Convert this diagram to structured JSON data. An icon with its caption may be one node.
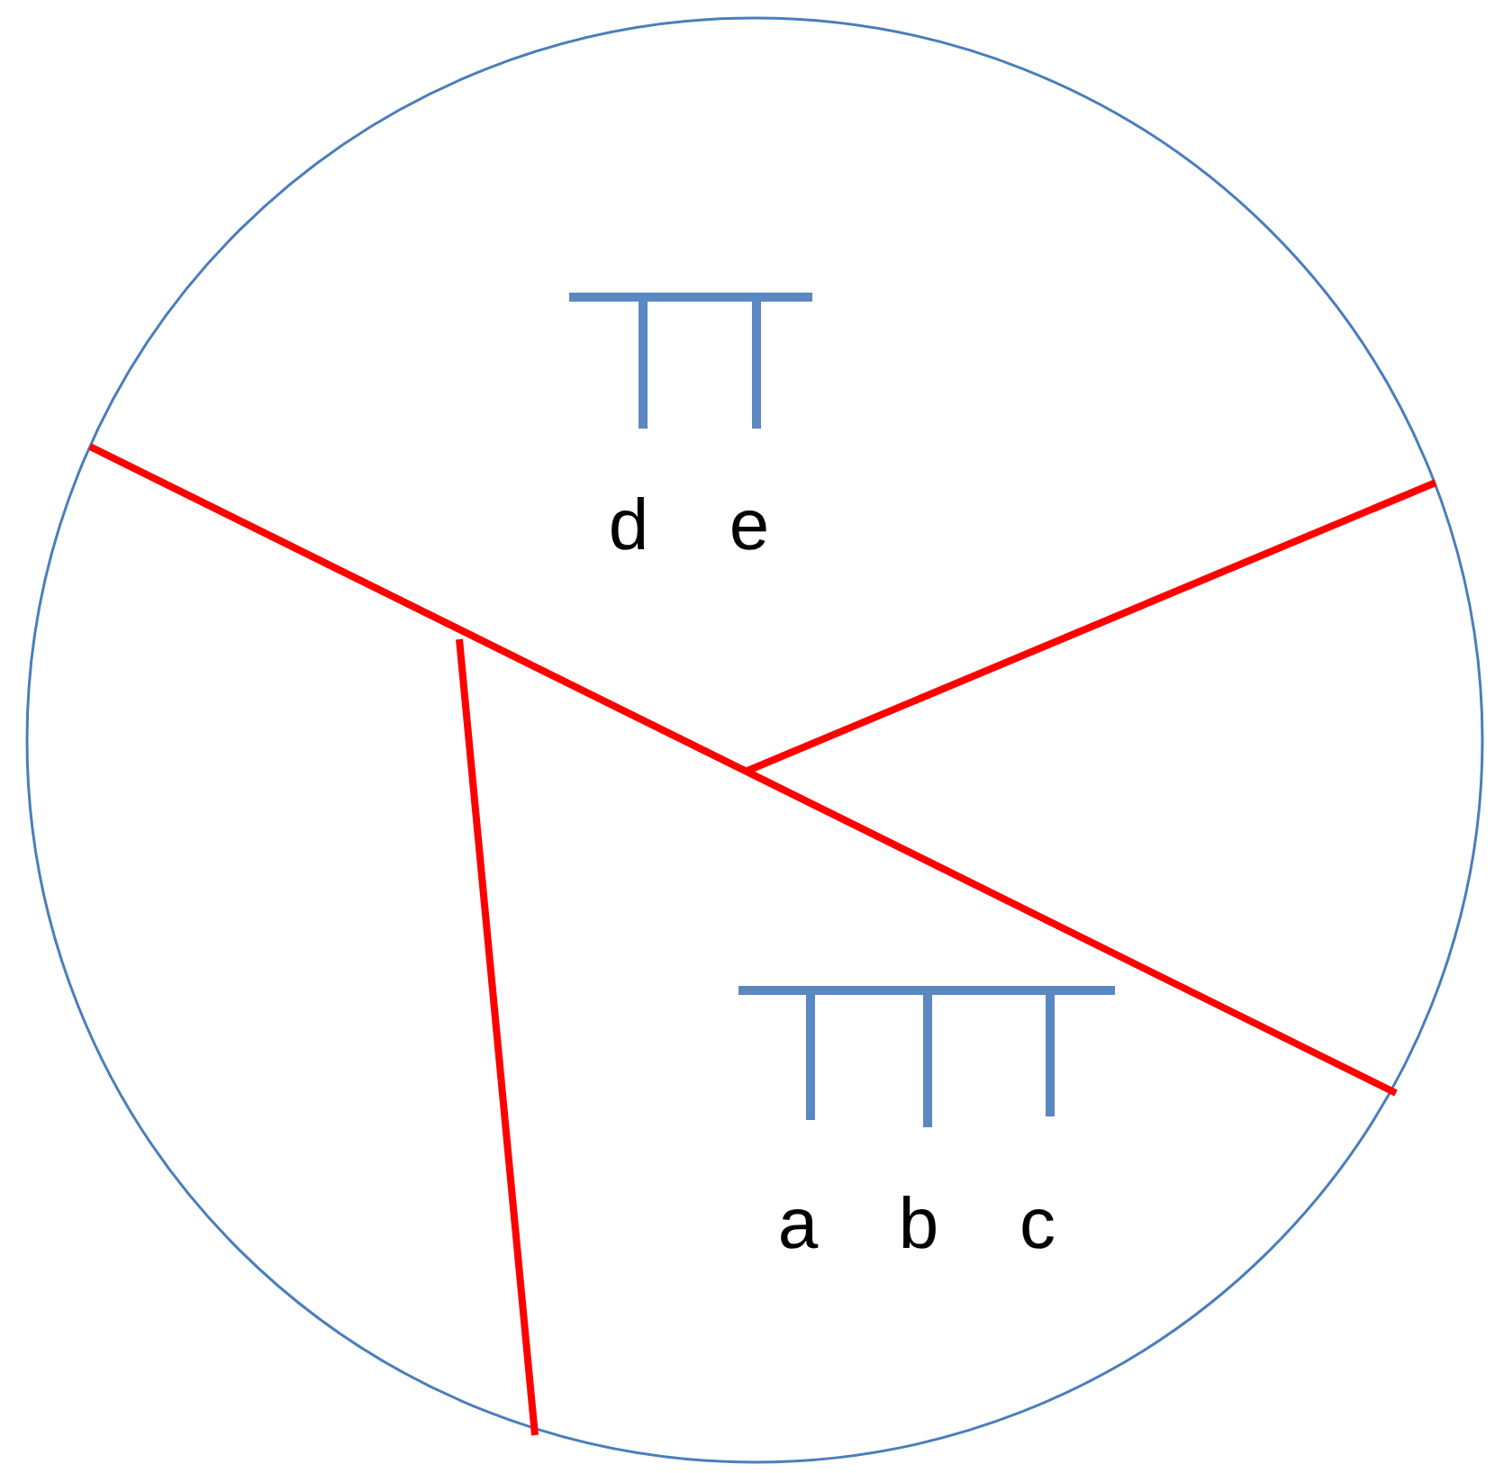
{
  "diagram": {
    "labels": [
      "d",
      "e",
      "a",
      "b",
      "c"
    ]
  }
}
